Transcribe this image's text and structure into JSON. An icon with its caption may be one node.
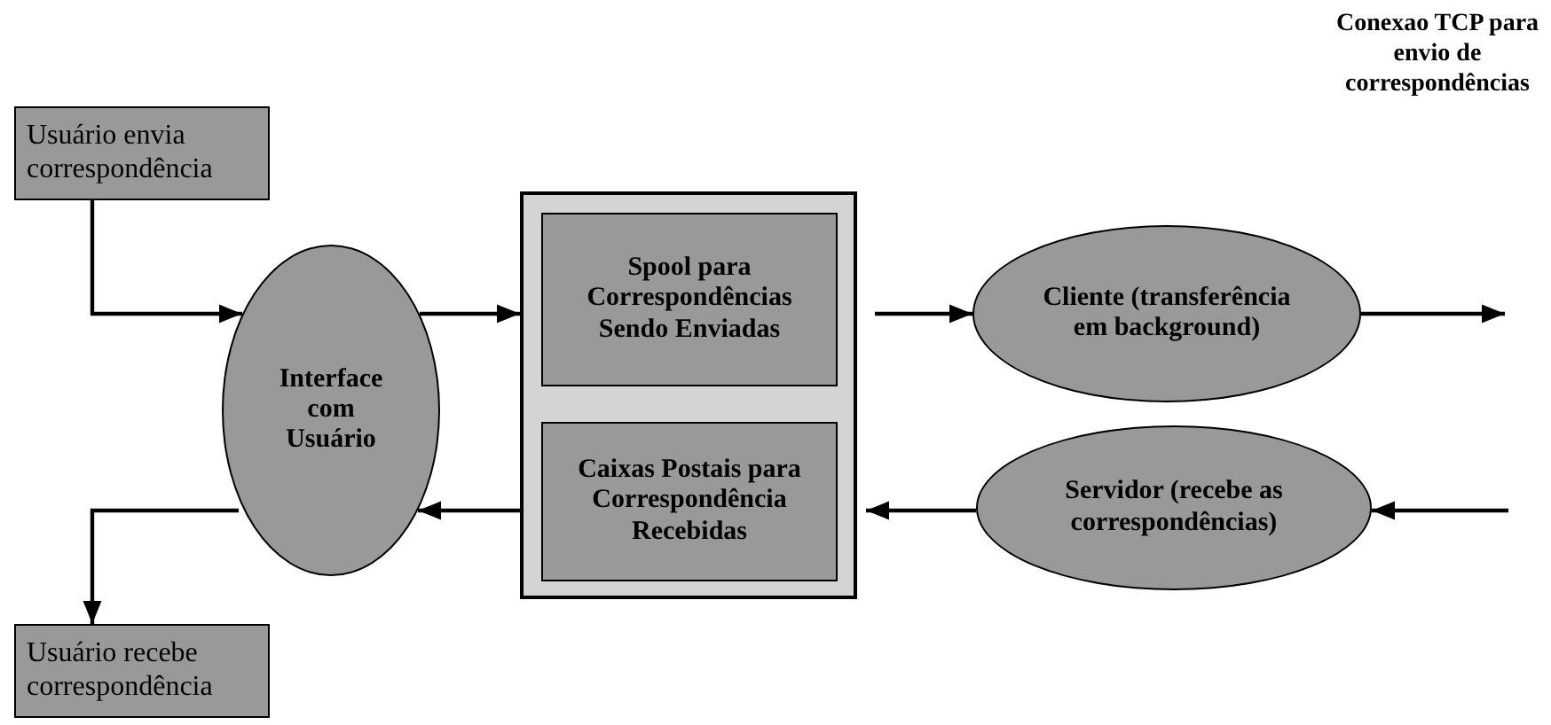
{
  "diagram": {
    "nodes": [
      {
        "text": [
          "Usuário envia correspondência"
        ]
      },
      {
        "text": [
          "Interface com Usuário"
        ]
      },
      {
        "text": [],
        "shape": "box"
      },
      {
        "text": [
          "Spool para Correspondências Sendo Enviadas"
        ],
        "in": 2
      },
      {
        "text": [
          "Caixas Postais para Correspondência Recebidas"
        ],
        "in": 2
      },
      {
        "text": [
          "Cliente (transferência em background)"
        ]
      },
      {
        "text": [
          "Servidor (recebe as correspondências)"
        ]
      },
      {
        "text": [
          "Usuário recebe correspondência"
        ]
      }
    ],
    "edges": [
      {
        "from": 0,
        "to": 1,
        "arrow": "to"
      },
      {
        "from": 1,
        "to": 2,
        "arrow": "to"
      },
      {
        "from": 2,
        "to": 1,
        "arrow": "to"
      },
      {
        "from": 2,
        "to": 5,
        "arrow": "to"
      },
      {
        "from": 5,
        "to": null,
        "arrow": "to"
      },
      {
        "from": 6,
        "to": 2,
        "arrow": "to"
      },
      {
        "from": null,
        "to": 6,
        "arrow": "to"
      },
      {
        "from": 1,
        "to": 7,
        "arrow": "to"
      }
    ],
    "labels": [
      "Conexao TCP para envio de correspondências"
    ]
  }
}
